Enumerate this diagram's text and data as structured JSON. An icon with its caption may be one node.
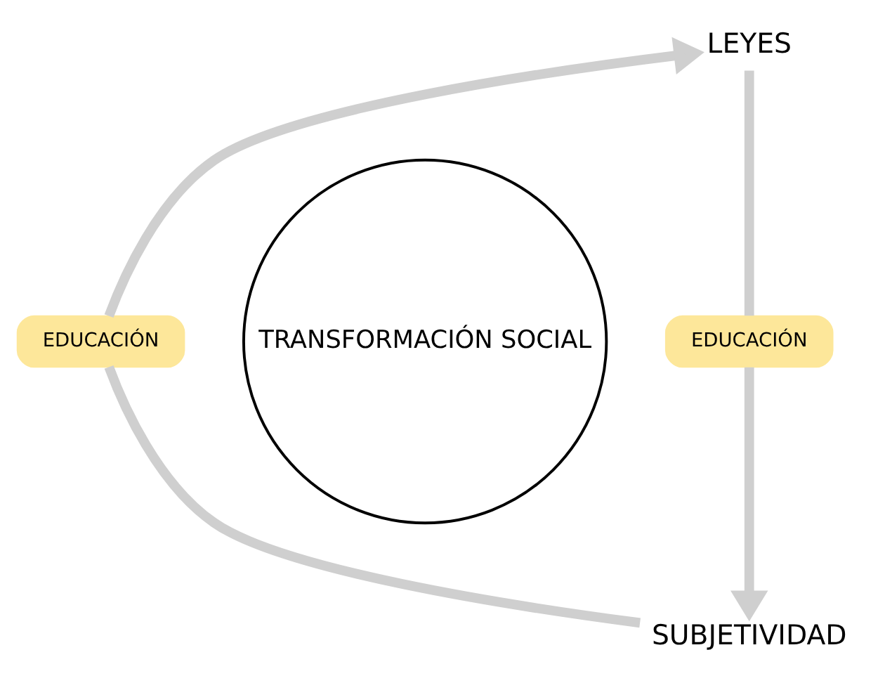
{
  "diagram": {
    "nodes": [
      {
        "text": [
          "LEYES"
        ]
      },
      {
        "text": [
          "EDUCACIÓN"
        ]
      },
      {
        "text": [
          "TRANSFORMACIÓN SOCIAL"
        ]
      },
      {
        "text": [
          "EDUCACIÓN"
        ]
      },
      {
        "text": [
          "SUBJETIVIDAD"
        ]
      }
    ],
    "edges": [
      {
        "from": 4,
        "to": 1,
        "arrow": "none"
      },
      {
        "from": 1,
        "to": 0,
        "arrow": "to"
      },
      {
        "from": 0,
        "to": 3,
        "arrow": "none"
      },
      {
        "from": 3,
        "to": 4,
        "arrow": "to"
      }
    ]
  }
}
